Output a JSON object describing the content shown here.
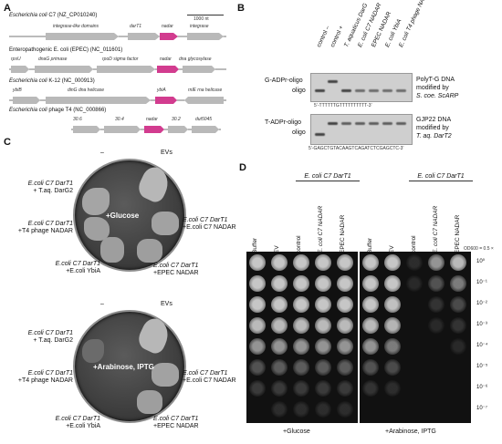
{
  "panels": {
    "A": "A",
    "B": "B",
    "C": "C",
    "D": "D"
  },
  "panelA": {
    "scale": "1000 nt",
    "rows": [
      {
        "title_italic": "Escherichia coli",
        "title_rest": " C7 (NZ_CP010240)",
        "genes": [
          "integrase-like domains",
          "darT1",
          "nadar",
          "integrase"
        ]
      },
      {
        "title_italic": "",
        "title_rest": "Enteropathogenic E. coli (EPEC) (NC_011601)",
        "genes": [
          "rpsU",
          "dnaG primase",
          "rpoD sigma factor",
          "nadar",
          "dna glycosylase"
        ]
      },
      {
        "title_italic": "Escherichia coli",
        "title_rest": " K-12 (NC_000913)",
        "genes": [
          "ybiB",
          "dinG dna helicase",
          "ybiA",
          "rnlE rna helicase"
        ]
      },
      {
        "title_italic": "Escherichia coli",
        "title_rest": " phage T4 (NC_000866)",
        "genes": [
          "30.6",
          "30.4",
          "nadar",
          "30.2",
          "dut5045"
        ]
      }
    ]
  },
  "panelB": {
    "lanes": [
      "control –",
      "control +",
      "T. aquaticus DarG",
      "E. coli C7 NADAR",
      "EPEC NADAR",
      "E. coli YbiA",
      "E. coli T4 phage NADAR"
    ],
    "gel1": {
      "label_top": "G-ADPr-oligo",
      "label_bot": "oligo",
      "desc1": "PolyT-G DNA",
      "desc2": "modified by",
      "desc3": "S. coe. ScARP",
      "seq": "5’-TTTTTTGTTTTTTTTTT-3’"
    },
    "gel2": {
      "label_top": "T-ADPr-oligo",
      "label_bot": "oligo",
      "desc1": "GJP22 DNA",
      "desc2": "modified by",
      "desc3": "T. aq. DarT2",
      "seq": "5’-GAGCTGTACAAGTCAGATCTCGAGCTC-3’"
    }
  },
  "panelC": {
    "plate1": {
      "center": "+Glucose",
      "top": "–",
      "evs": "EVs",
      "left1a": "E.coli C7 DarT1",
      "left1b": "+ T.aq. DarG2",
      "left2a": "E.coli C7 DarT1",
      "left2b": "+T4 phage NADAR",
      "bot1a": "E.coli C7 DarT1",
      "bot1b": "+E.coli YbiA",
      "right1a": "E.coli C7 DarT1",
      "right1b": "+E.coli C7 NADAR",
      "right2a": "E.coli C7 DarT1",
      "right2b": "+EPEC NADAR"
    },
    "plate2": {
      "center": "+Arabinose, IPTG",
      "top": "–",
      "evs": "EVs",
      "left1a": "E.coli C7 DarT1",
      "left1b": "+ T.aq. DarG2",
      "left2a": "E.coli C7 DarT1",
      "left2b": "+T4 phage NADAR",
      "bot1a": "E.coli C7 DarT1",
      "bot1b": "+E.coli YbiA",
      "right1a": "E.coli C7 DarT1",
      "right1b": "+E.coli C7 NADAR",
      "right2a": "E.coli C7 DarT1",
      "right2b": "+EPEC NADAR"
    }
  },
  "panelD": {
    "group_left": "E. coli C7 DarT1",
    "group_right": "E. coli C7 DarT1",
    "cols_left": [
      "Buffer",
      "EV",
      "control",
      "E. coli C7 NADAR",
      "EPEC NADAR"
    ],
    "cols_right": [
      "Buffer",
      "EV",
      "control",
      "E. coli C7 NADAR",
      "EPEC NADAR"
    ],
    "od": "OD600 = 0.5 ×",
    "dilutions": [
      "10⁰",
      "10⁻¹",
      "10⁻²",
      "10⁻³",
      "10⁻⁴",
      "10⁻⁵",
      "10⁻⁶",
      "10⁻⁷"
    ],
    "bottom_left": "+Glucose",
    "bottom_right": "+Arabinose, IPTG"
  },
  "colors": {
    "gene": "#b9b9b9",
    "highlight": "#d23c8f"
  }
}
